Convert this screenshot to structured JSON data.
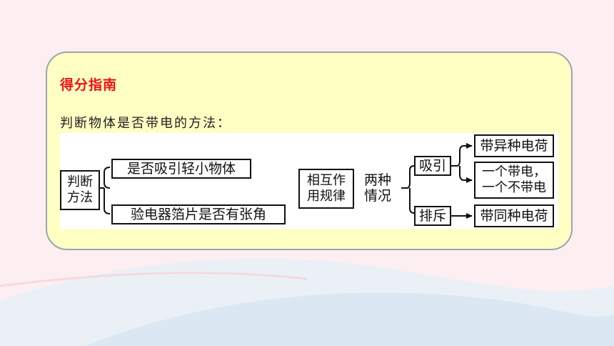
{
  "slide": {
    "heading": "得分指南",
    "intro": "判断物体是否带电的方法："
  },
  "left_diagram": {
    "root": "判断\n方法",
    "branches": [
      "是否吸引轻小物体",
      "验电器箔片是否有张角"
    ]
  },
  "right_diagram": {
    "root": "相互作\n用规律",
    "middle": "两种\n情况",
    "cases": [
      {
        "label": "吸引",
        "results": [
          "带异种电荷",
          "一个带电，\n一个不带电"
        ]
      },
      {
        "label": "排斥",
        "results": [
          "带同种电荷"
        ]
      }
    ]
  },
  "colors": {
    "heading": "#ee1010",
    "card": "#ffffc4",
    "card_border": "#98a6ae",
    "background": "#fdeff1"
  }
}
